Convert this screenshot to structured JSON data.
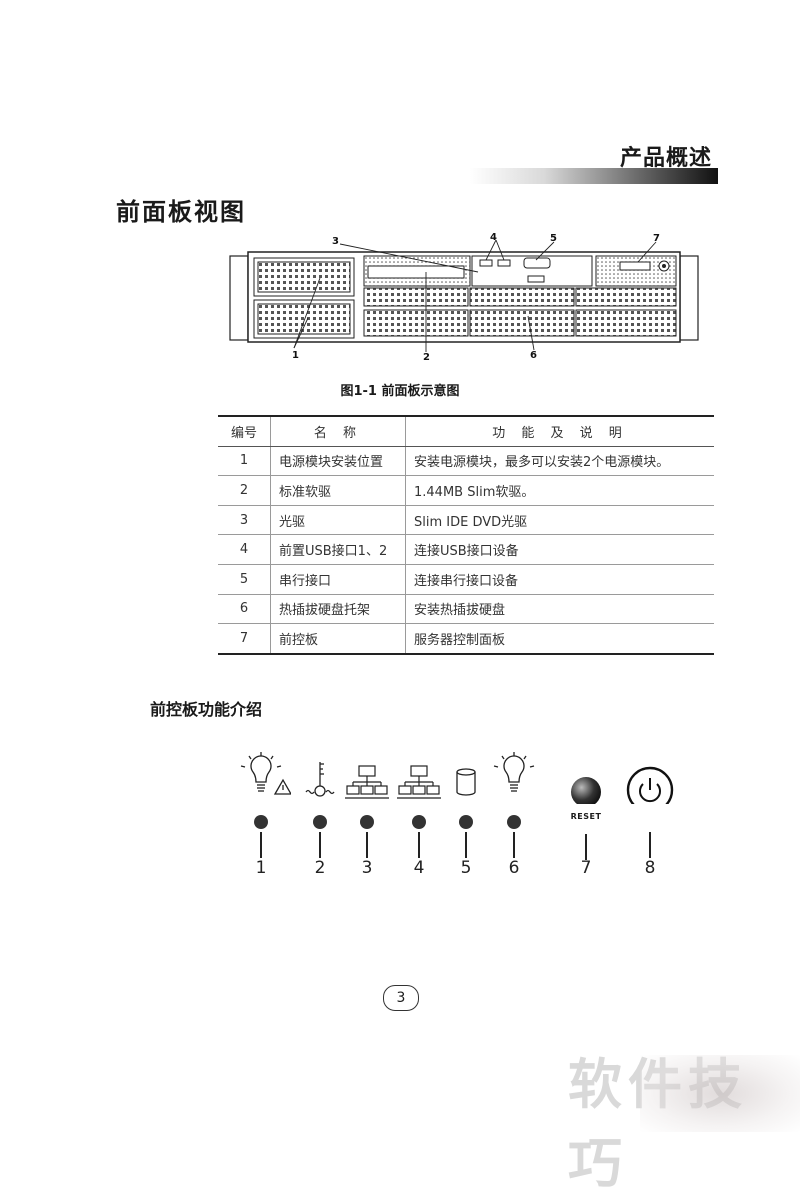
{
  "header": {
    "section_title": "产品概述",
    "page_heading": "前面板视图"
  },
  "figure": {
    "caption": "图1-1 前面板示意图",
    "callouts": [
      "3",
      "4",
      "5",
      "7",
      "1",
      "2",
      "6"
    ]
  },
  "table": {
    "headers": [
      "编号",
      "名 称",
      "功 能 及 说 明"
    ],
    "rows": [
      {
        "no": "1",
        "name": "电源模块安装位置",
        "desc": "安装电源模块，最多可以安装2个电源模块。"
      },
      {
        "no": "2",
        "name": "标准软驱",
        "desc": "1.44MB Slim软驱。"
      },
      {
        "no": "3",
        "name": "光驱",
        "desc": "Slim IDE DVD光驱"
      },
      {
        "no": "4",
        "name": "前置USB接口1、2",
        "desc": "连接USB接口设备"
      },
      {
        "no": "5",
        "name": "串行接口",
        "desc": "连接串行接口设备"
      },
      {
        "no": "6",
        "name": "热插拔硬盘托架",
        "desc": "安装热插拔硬盘"
      },
      {
        "no": "7",
        "name": "前控板",
        "desc": "服务器控制面板"
      }
    ]
  },
  "control_panel": {
    "heading": "前控板功能介绍",
    "reset_label": "RESET",
    "indicators": [
      {
        "num": "1",
        "icon": "warning-lightbulb-icon"
      },
      {
        "num": "2",
        "icon": "temperature-icon"
      },
      {
        "num": "3",
        "icon": "network-icon"
      },
      {
        "num": "4",
        "icon": "network-icon"
      },
      {
        "num": "5",
        "icon": "disk-icon"
      },
      {
        "num": "6",
        "icon": "lightbulb-icon"
      },
      {
        "num": "7",
        "icon": "reset-button-icon"
      },
      {
        "num": "8",
        "icon": "power-button-icon"
      }
    ]
  },
  "page_number": "3",
  "watermark": "软件技巧"
}
